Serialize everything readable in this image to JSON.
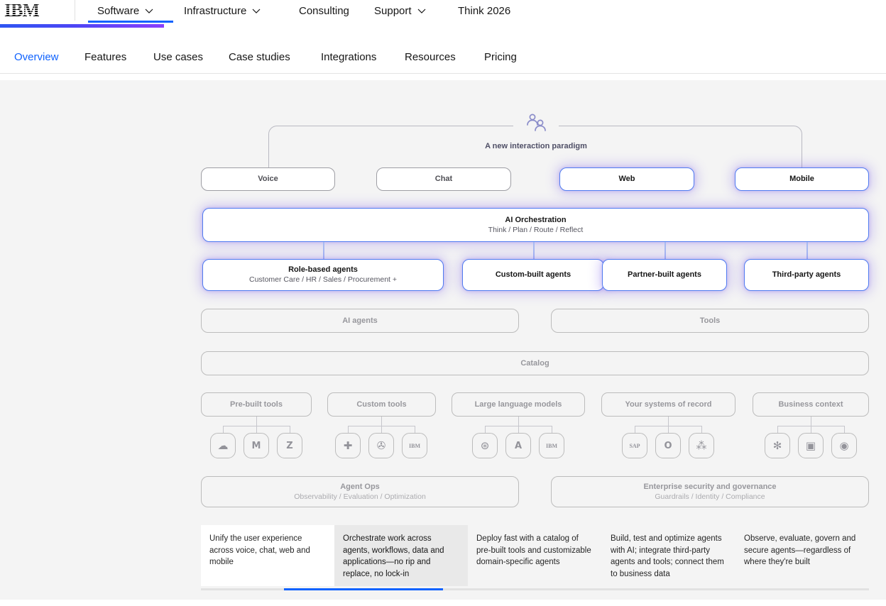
{
  "header": {
    "logo": "IBM",
    "nav": [
      {
        "label": "Software"
      },
      {
        "label": "Infrastructure"
      },
      {
        "label": "Consulting"
      },
      {
        "label": "Support"
      },
      {
        "label": "Think 2026"
      }
    ]
  },
  "product_nav": [
    {
      "label": "Overview"
    },
    {
      "label": "Features"
    },
    {
      "label": "Use cases"
    },
    {
      "label": "Case studies"
    },
    {
      "label": "Integrations"
    },
    {
      "label": "Resources"
    },
    {
      "label": "Pricing"
    }
  ],
  "diagram": {
    "paradigm_label": "A new interaction paradigm",
    "channels": [
      {
        "label": "Voice"
      },
      {
        "label": "Chat"
      },
      {
        "label": "Web"
      },
      {
        "label": "Mobile"
      }
    ],
    "orchestration": {
      "title": "AI Orchestration",
      "subtitle": "Think / Plan / Route / Reflect"
    },
    "agents": [
      {
        "title": "Role-based agents",
        "subtitle": "Customer Care / HR / Sales / Procurement +"
      },
      {
        "title": "Custom-built agents"
      },
      {
        "title": "Partner-built agents"
      },
      {
        "title": "Third-party agents"
      }
    ],
    "ai_agents_label": "AI agents",
    "tools_label": "Tools",
    "catalog_label": "Catalog",
    "categories": [
      {
        "label": "Pre-built tools"
      },
      {
        "label": "Custom tools"
      },
      {
        "label": "Large language models"
      },
      {
        "label": "Your systems of record"
      },
      {
        "label": "Business context"
      }
    ],
    "agent_ops": {
      "title": "Agent Ops",
      "subtitle": "Observability / Evaluation / Optimization"
    },
    "security": {
      "title": "Enterprise security and governance",
      "subtitle": "Guardrails / Identity / Compliance"
    },
    "captions": [
      {
        "text": "Unify the user experience across voice, chat, web and mobile"
      },
      {
        "text": "Orchestrate work across agents, workflows, data and applications—no rip and replace, no lock-in"
      },
      {
        "text": "Deploy fast with a catalog of pre-built tools and customizable domain-specific agents"
      },
      {
        "text": "Build, test and optimize agents with AI; integrate third-party agents and tools; connect them to business data"
      },
      {
        "text": "Observe, evaluate, govern and secure agents—regardless of where they're built"
      }
    ]
  },
  "icons": {
    "salesforce": "☁",
    "gmail": "M",
    "zendesk": "Z",
    "custom_app": "✚",
    "paperclip": "✇",
    "ibm": "IBM",
    "openai": "⊛",
    "anthropic": "A",
    "sap": "SAP",
    "oracle": "O",
    "hubspot": "⁂",
    "slack": "✻",
    "box": "▣",
    "github": "◉"
  },
  "colors": {
    "accent_blue": "#0f62fe",
    "active_border": "#4f7bf0",
    "glow_purple": "#7c5ceb",
    "panel_bg": "#f4f4f4"
  }
}
